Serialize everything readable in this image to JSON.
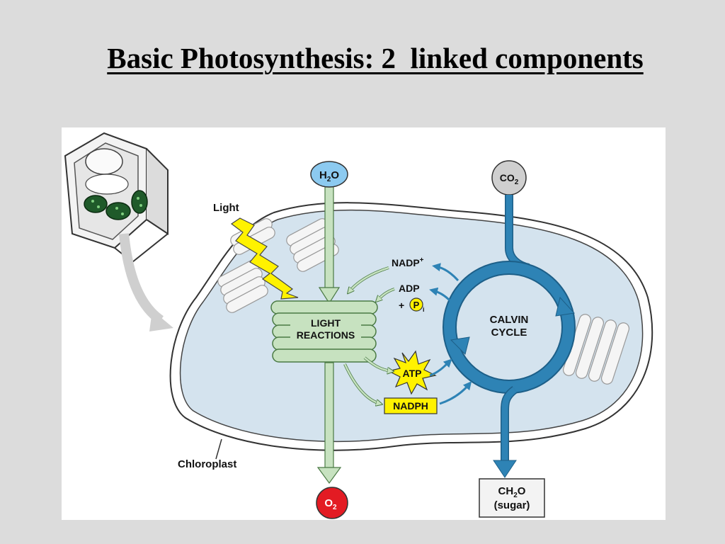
{
  "slide": {
    "title": "Basic Photosynthesis: 2  linked components"
  },
  "diagram": {
    "labels": {
      "light": "Light",
      "water": "H",
      "water_sub": "2",
      "water_tail": "O",
      "co2": "CO",
      "co2_sub": "2",
      "nadp": "NADP",
      "nadp_sup": "+",
      "adp": "ADP",
      "pi_plus": "+",
      "pi": "P",
      "pi_sub": "i",
      "light_reactions_line1": "LIGHT",
      "light_reactions_line2": "REACTIONS",
      "calvin_line1": "CALVIN",
      "calvin_line2": "CYCLE",
      "atp": "ATP",
      "nadph": "NADPH",
      "chloroplast": "Chloroplast",
      "o2": "O",
      "o2_sub": "2",
      "sugar_line1": "CH",
      "sugar_sub": "2",
      "sugar_tail": "O",
      "sugar_line2": "(sugar)"
    },
    "colors": {
      "stroma": "#d4e3ee",
      "light_reaction_green": "#c7e2c0",
      "calvin_blue": "#2e83b5",
      "water_blue": "#8ccaf0",
      "o2_red": "#e31b23",
      "energy_yellow": "#fff200",
      "co2_gray": "#cfcfcf"
    }
  }
}
